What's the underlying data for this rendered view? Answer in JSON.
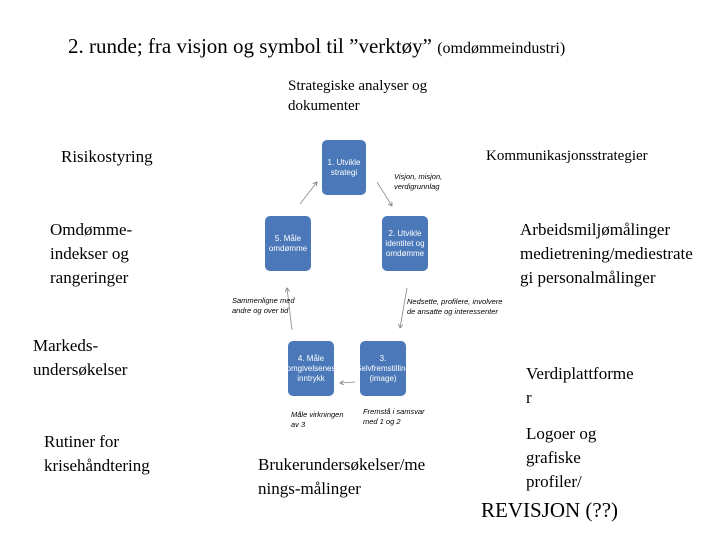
{
  "title": {
    "main": "2. runde; fra visjon og symbol til ”verktøy”",
    "sub": "(omdømmeindustri)"
  },
  "labels": {
    "strategic": "Strategiske analyser og\ndokumenter",
    "risk": "Risikostyring",
    "comm": "Kommunikasjonsstrategier",
    "indices": "Omdømme-\nindekser og\nrangeringer",
    "work": "Arbeidsmiljømålinger\nmedietrening/mediestrate\ngi personalmålinger",
    "market": "Markeds-\nundersøkelser",
    "value": "Verdiplattforme\nr",
    "crisis": "Rutiner for\nkrisehåndtering",
    "user": "Brukerundersøkelser/me\nnings-målinger",
    "logo": "Logoer og\ngrafiske\nprofiler/",
    "revision": "REVISJON (??)"
  },
  "cycle": {
    "box1": "1. Utvikle\nstrategi",
    "box2": "2. Utvikle\nidentitet og\nomdømme",
    "box3": "3.\nSelvfremstilling\n(image)",
    "box4": "4. Måle\nomgivelsenes\ninntrykk",
    "box5": "5. Måle\nomdømme",
    "note12": "Visjon, misjon,\nverdigrunnlag",
    "note23": "Nedsette, profilere, involvere\nde ansatte og interessenter",
    "note3": "Fremstå i samsvar\nmed 1 og 2",
    "note4": "Måle virkningen\nav 3",
    "note51": "Sammenligne med\nandre og over tid"
  },
  "colors": {
    "box": "#4a78b8"
  }
}
